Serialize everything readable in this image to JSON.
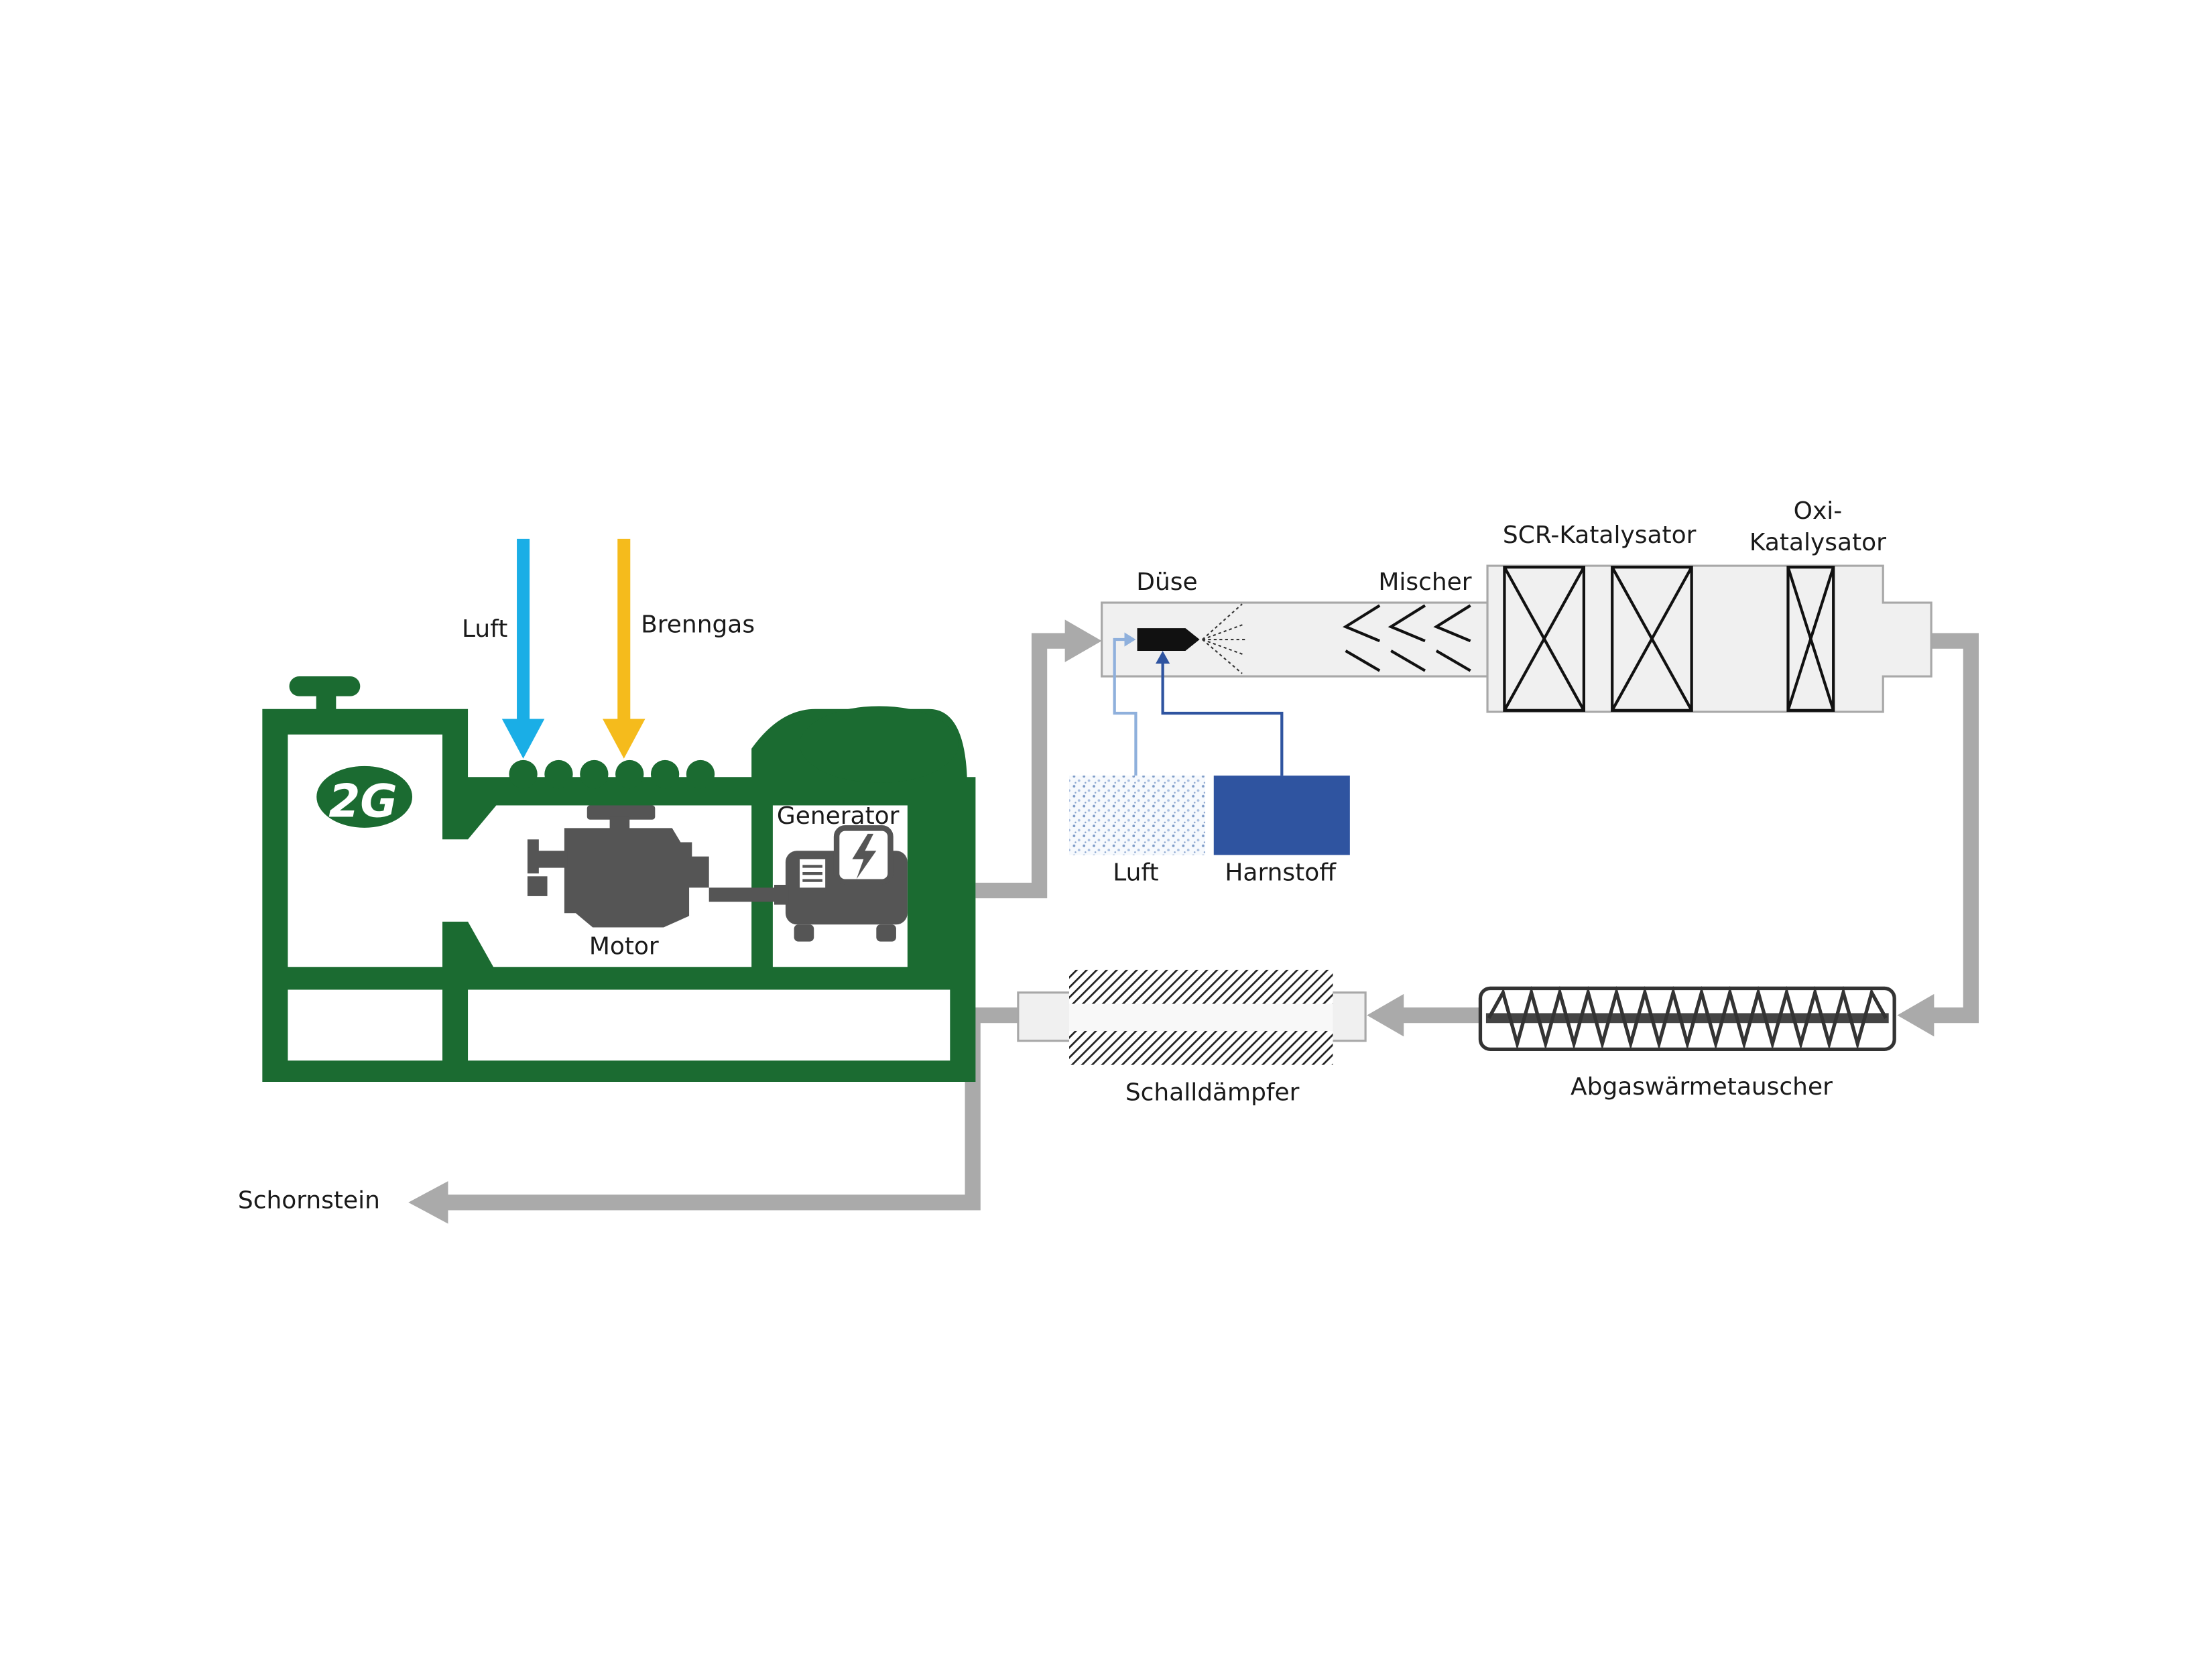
{
  "labels": {
    "luft_intake": "Luft",
    "brenngas": "Brenngas",
    "generator": "Generator",
    "motor": "Motor",
    "duese": "Düse",
    "mischer": "Mischer",
    "scr": "SCR-Katalysator",
    "oxi_line1": "Oxi-",
    "oxi_line2": "Katalysator",
    "luft_tank": "Luft",
    "harnstoff": "Harnstoff",
    "schalldaempfer": "Schalldämpfer",
    "abgas": "Abgaswärmetauscher",
    "schornstein": "Schornstein"
  },
  "logo": {
    "text": "2G",
    "mark": "®"
  },
  "colors": {
    "engine_green": "#1b6b31",
    "air_blue": "#1aaee6",
    "gas_yellow": "#f5bb1c",
    "pipe_gray": "#aaaaaa",
    "machine_gray": "#555555",
    "urea_blue": "#2f54a0",
    "nozzle_air_line": "#8fb0dc"
  },
  "icons": {
    "motor": "engine-icon",
    "generator": "generator-icon",
    "nozzle": "nozzle-icon"
  }
}
